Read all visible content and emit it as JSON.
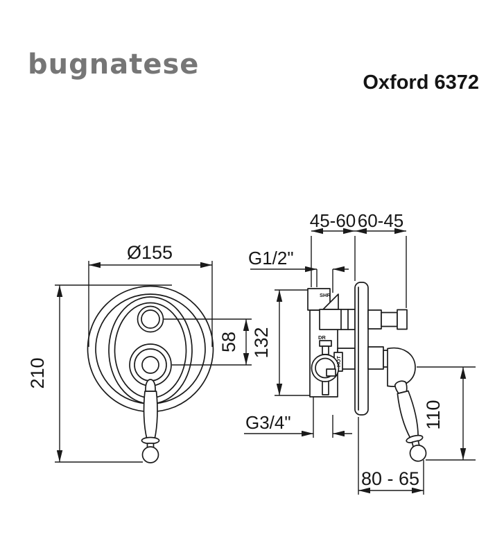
{
  "header": {
    "brand": "bugnatese",
    "product": "Oxford 6372"
  },
  "colors": {
    "line": "#1a1a1a",
    "brand_gray": "#767676",
    "background": "#ffffff"
  },
  "dimensions": {
    "front": {
      "diameter": "Ø155",
      "overall_height": "210",
      "knob_spacing": "58"
    },
    "side": {
      "body_height": "132",
      "depth_range_left": "45-60",
      "depth_range_right": "60-45",
      "handle_drop": "110",
      "handle_reach": "80 - 65"
    },
    "connections": {
      "top": "G1/2\"",
      "bottom": "G3/4\""
    },
    "component_labels": {
      "shower": "SHR",
      "drain": "DR",
      "hot": "HOT"
    }
  }
}
